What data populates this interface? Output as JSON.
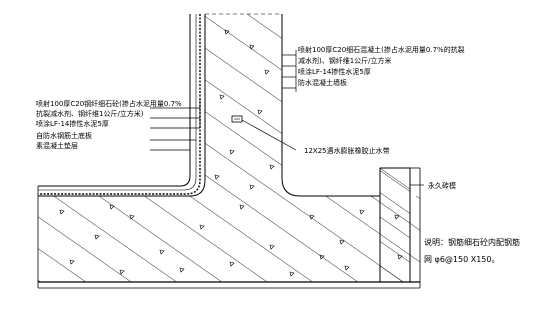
{
  "labels": {
    "right_1": "喷射100厚C20细石混凝土(掺占水泥用量0.7%的抗裂",
    "right_2": "减水剂)、钢纤维1公斤/立方米",
    "right_3": "喷涂LF-14掺性水泥5厚",
    "right_4": "防水混凝土墙板",
    "left_1": "喷射100厚C20钢纤细石砼(掺占水泥用量0.7%",
    "left_2": "抗裂减水剂、钢纤维1公斤/立方米)",
    "left_3": "喷涂LF-14掺性水泥5厚",
    "left_4": "自防水钢筋土底板",
    "left_5": "素混凝土垫层",
    "waterstop": "12X25遇水膨胀橡胶止水带",
    "brick": "永久砖模",
    "note_1": "说明：钢筋细石砼内配钢筋",
    "note_2": "网 φ6@150 X150。"
  },
  "icons": {
    "hatch": "diagonal-hatch",
    "aggregate": "triangle-aggregate",
    "waterstop": "waterstop-marker"
  },
  "colors": {
    "line": "#000000",
    "background": "#ffffff"
  }
}
